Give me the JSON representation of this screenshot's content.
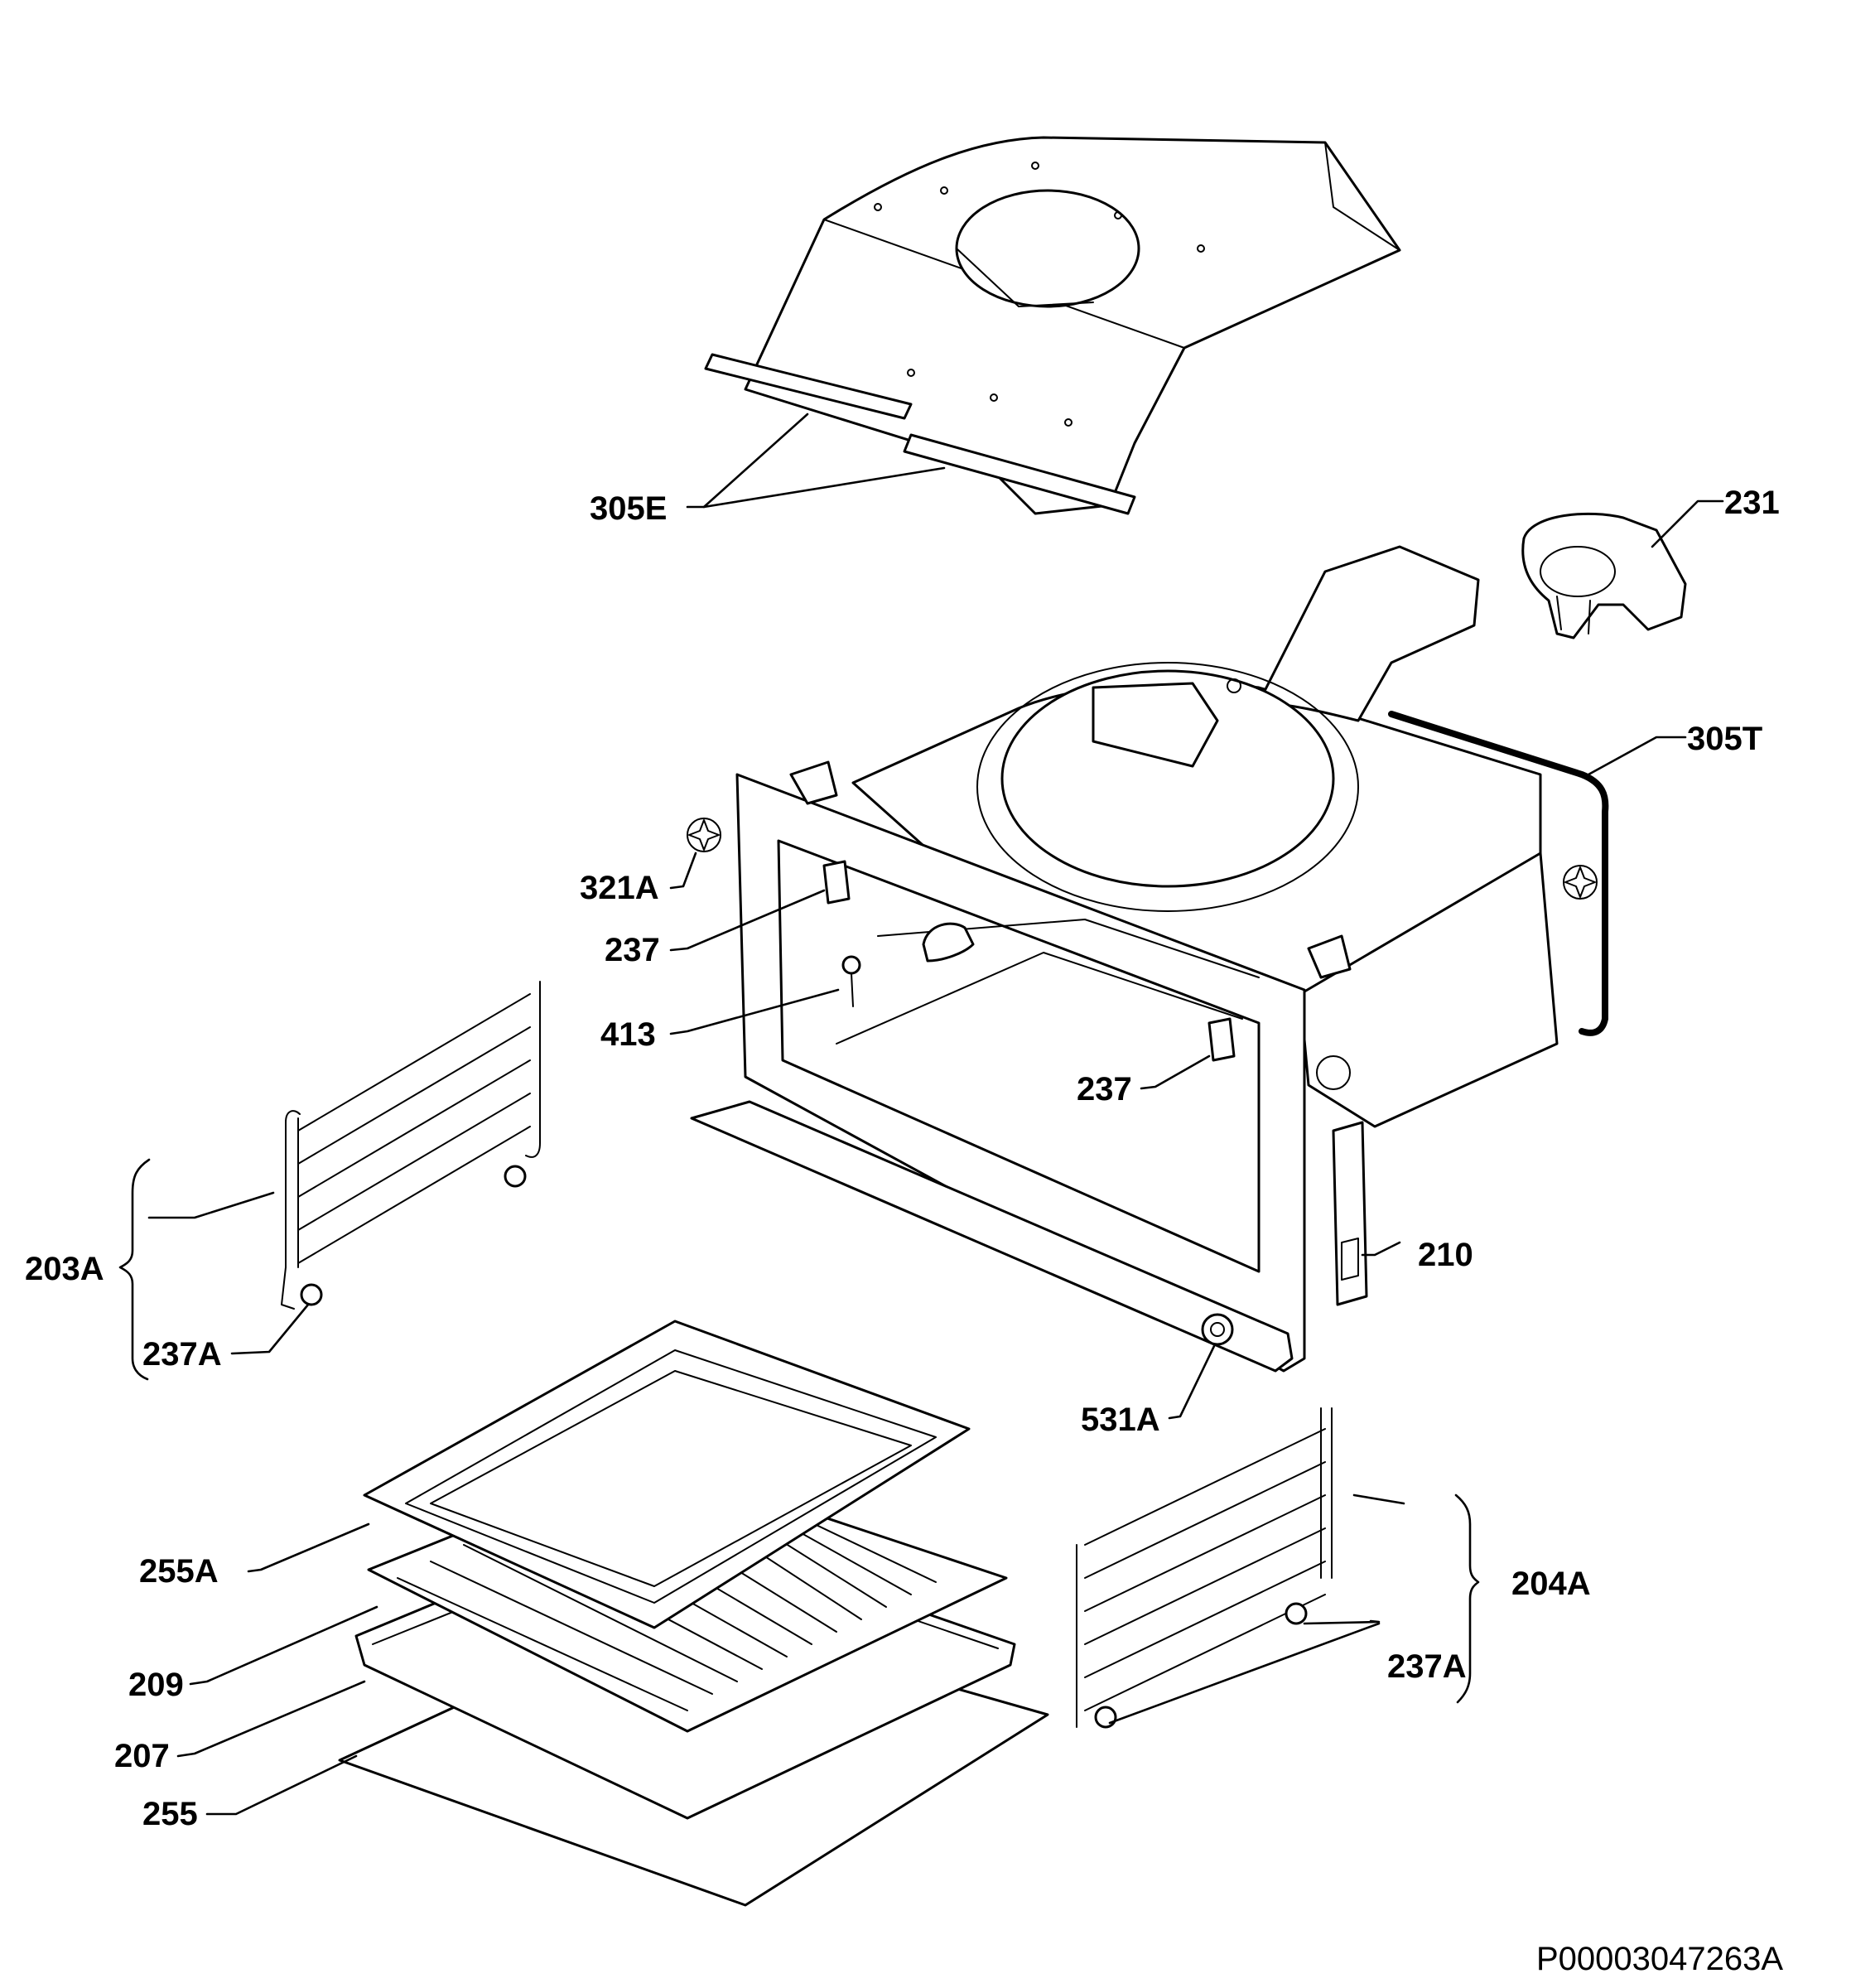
{
  "labels": {
    "l305E": "305E",
    "l231": "231",
    "l305T": "305T",
    "l321A": "321A",
    "l237a": "237",
    "l413": "413",
    "l237b": "237",
    "l203A": "203A",
    "l237A_left": "237A",
    "l210": "210",
    "l531A": "531A",
    "l255A": "255A",
    "l204A": "204A",
    "l237A_right": "237A",
    "l209": "209",
    "l207": "207",
    "l255": "255"
  },
  "reference_code": "P00003047263A"
}
